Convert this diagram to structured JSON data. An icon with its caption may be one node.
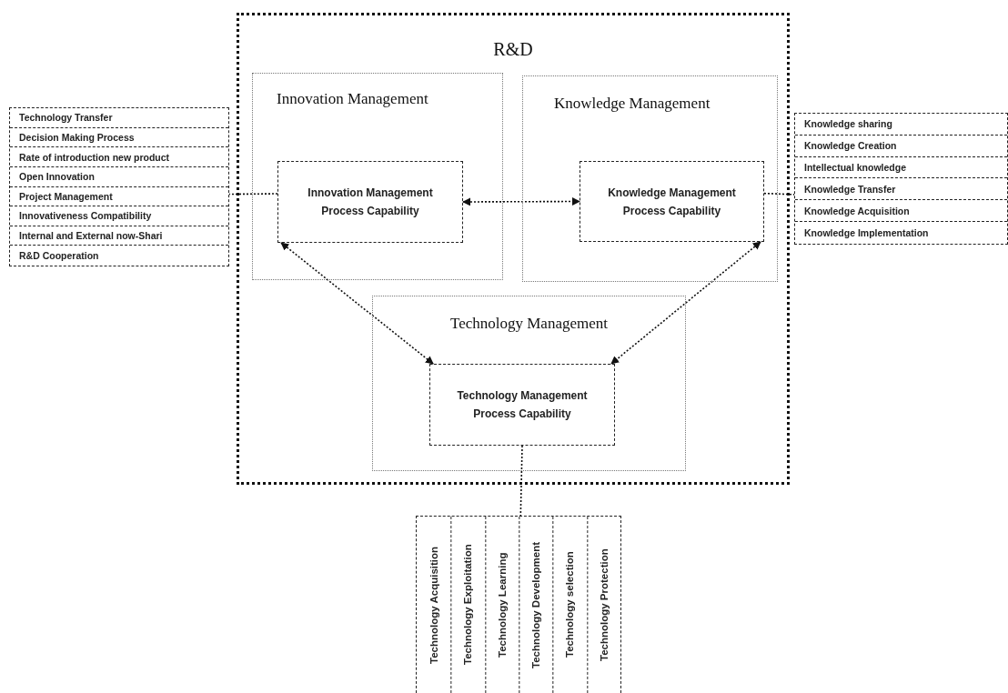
{
  "diagram": {
    "nodes": [
      {
        "text": [
          "R&D"
        ]
      },
      {
        "text": [
          "Innovation Management"
        ],
        "in": 0
      },
      {
        "text": [
          "Innovation Management Process Capability"
        ],
        "in": 1
      },
      {
        "text": [
          "Knowledge Management"
        ],
        "in": 0
      },
      {
        "text": [
          "Knowledge Management Process Capability"
        ],
        "in": 3
      },
      {
        "text": [
          "Technology Management"
        ],
        "in": 0
      },
      {
        "text": [
          "Technology Management Process Capability"
        ],
        "in": 5
      },
      {
        "text": [],
        "shape": "box"
      },
      {
        "text": [
          "Technology Transfer"
        ],
        "in": 7
      },
      {
        "text": [
          "Decision Making Process"
        ],
        "in": 7
      },
      {
        "text": [
          "Rate of introduction new product"
        ],
        "in": 7
      },
      {
        "text": [
          "Open Innovation"
        ],
        "in": 7
      },
      {
        "text": [
          "Project Management"
        ],
        "in": 7
      },
      {
        "text": [
          "Innovativeness Compatibility"
        ],
        "in": 7
      },
      {
        "text": [
          "Internal and External now-Shari"
        ],
        "in": 7
      },
      {
        "text": [
          "R&D Cooperation"
        ],
        "in": 7
      },
      {
        "text": [],
        "shape": "box"
      },
      {
        "text": [
          "Knowledge sharing"
        ],
        "in": 16
      },
      {
        "text": [
          "Knowledge Creation"
        ],
        "in": 16
      },
      {
        "text": [
          "Intellectual knowledge"
        ],
        "in": 16
      },
      {
        "text": [
          "Knowledge Transfer"
        ],
        "in": 16
      },
      {
        "text": [
          "Knowledge Acquisition"
        ],
        "in": 16
      },
      {
        "text": [
          "Knowledge Implementation"
        ],
        "in": 16
      },
      {
        "text": [],
        "shape": "box"
      },
      {
        "text": [
          "Technology Acquisition"
        ],
        "in": 23
      },
      {
        "text": [
          "Technology Exploitation"
        ],
        "in": 23
      },
      {
        "text": [
          "Technology Learning"
        ],
        "in": 23
      },
      {
        "text": [
          "Technology Development"
        ],
        "in": 23
      },
      {
        "text": [
          "Technology selection"
        ],
        "in": 23
      },
      {
        "text": [
          "Technology Protection"
        ],
        "in": 23
      }
    ],
    "edges": [
      {
        "from": 2,
        "to": 7,
        "arrow": "none"
      },
      {
        "from": 2,
        "to": 4,
        "arrow": "both"
      },
      {
        "from": 2,
        "to": 6,
        "arrow": "both"
      },
      {
        "from": 4,
        "to": 6,
        "arrow": "both"
      },
      {
        "from": 4,
        "to": 16,
        "arrow": "none"
      },
      {
        "from": 6,
        "to": 23,
        "arrow": "none"
      }
    ]
  }
}
